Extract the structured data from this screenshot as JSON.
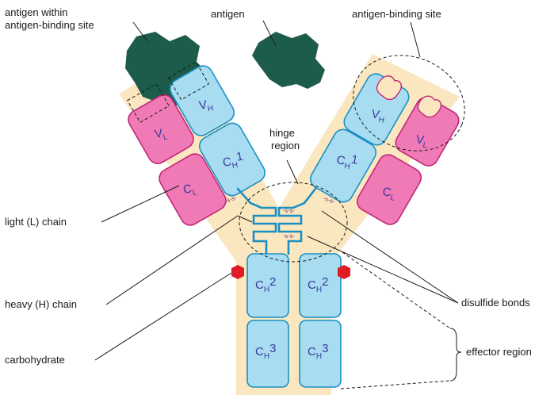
{
  "labels": {
    "antigen_within_site": [
      "antigen within",
      "antigen-binding site"
    ],
    "antigen": "antigen",
    "antigen_binding_site": "antigen-binding site",
    "hinge_region": [
      "hinge",
      "region"
    ],
    "light_chain": "light (L) chain",
    "heavy_chain": "heavy (H) chain",
    "carbohydrate": "carbohydrate",
    "disulfide_bonds": "disulfide bonds",
    "effector_region": "effector region"
  },
  "domains": {
    "vh": {
      "main": "V",
      "sub": "H"
    },
    "vl": {
      "main": "V",
      "sub": "L"
    },
    "ch1": {
      "main": "C",
      "sub": "H",
      "num": "1"
    },
    "cl": {
      "main": "C",
      "sub": "L"
    },
    "ch2": {
      "main": "C",
      "sub": "H",
      "num": "2"
    },
    "ch3": {
      "main": "C",
      "sub": "H",
      "num": "3"
    }
  },
  "disulfide_symbol": "-s-s-",
  "colors": {
    "background_y": "#fbe7bf",
    "heavy_chain": "#a8dcf0",
    "light_chain": "#f07ab5",
    "antigen": "#1d5c4a",
    "carbohydrate": "#e01b24"
  }
}
